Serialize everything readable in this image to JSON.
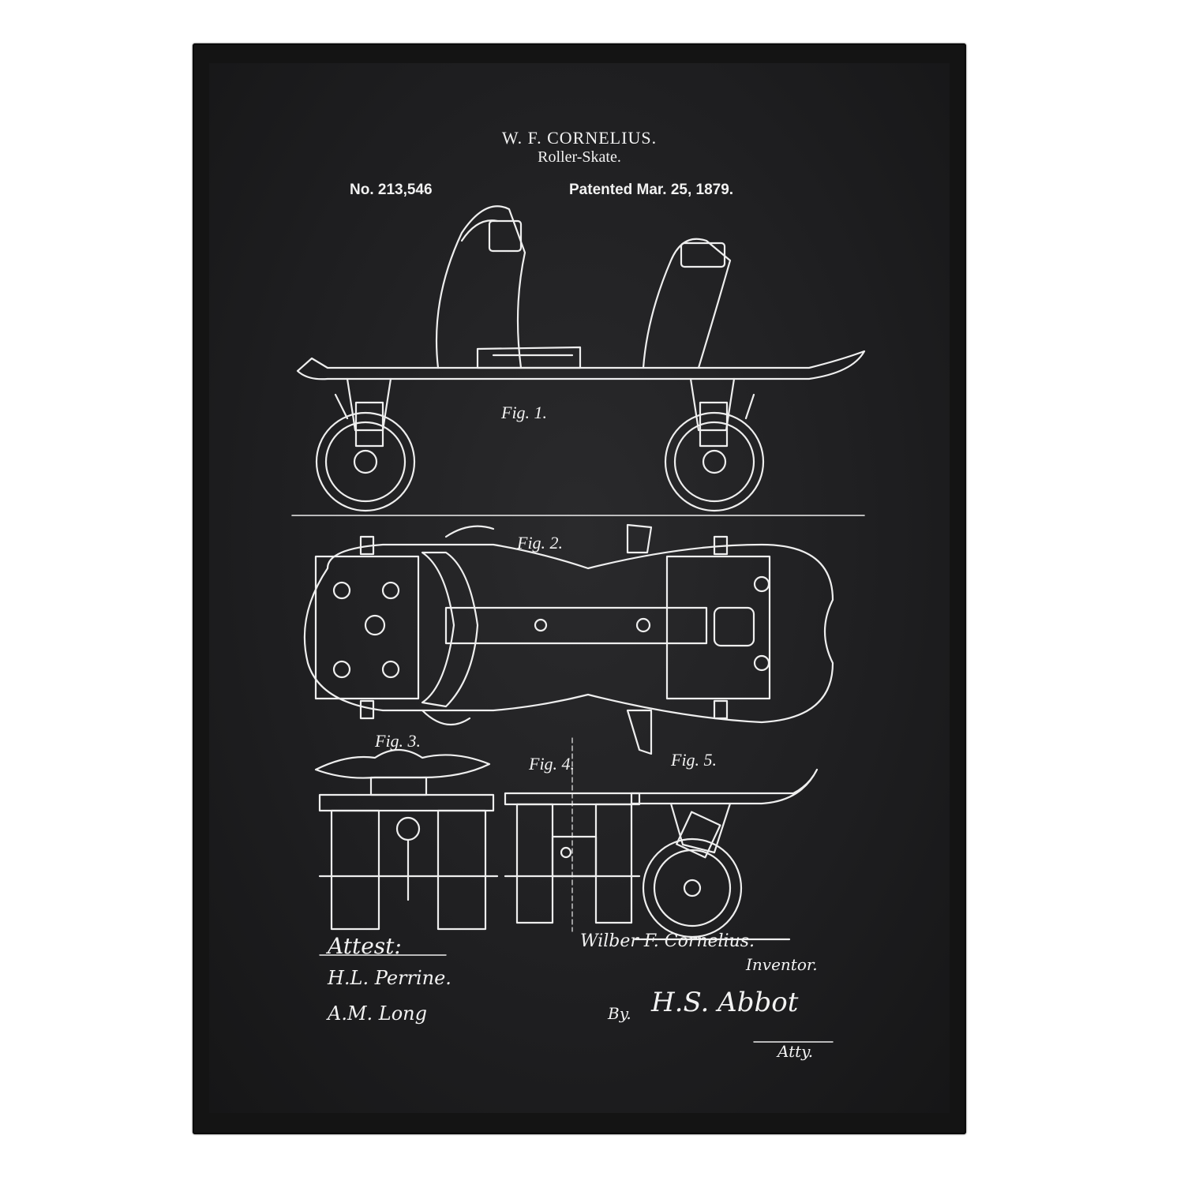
{
  "header": {
    "inventor": "W. F. CORNELIUS.",
    "title": "Roller-Skate.",
    "patent_number": "No. 213,546",
    "patent_date": "Patented Mar. 25, 1879."
  },
  "figures": {
    "fig1": "Fig. 1.",
    "fig2": "Fig. 2.",
    "fig3": "Fig. 3.",
    "fig4": "Fig. 4.",
    "fig5": "Fig. 5."
  },
  "signatures": {
    "attest_label": "Attest:",
    "witness1": "H.L. Perrine.",
    "witness2": "A.M. Long",
    "inventor_name": "Wilber F. Cornelius.",
    "inventor_label": "Inventor.",
    "by_label": "By.",
    "attorney": "H.S. Abbot",
    "attorney_label": "Atty."
  },
  "colors": {
    "frame": "#141414",
    "paper": "#1e1e20",
    "ink": "#f2f2f2"
  }
}
